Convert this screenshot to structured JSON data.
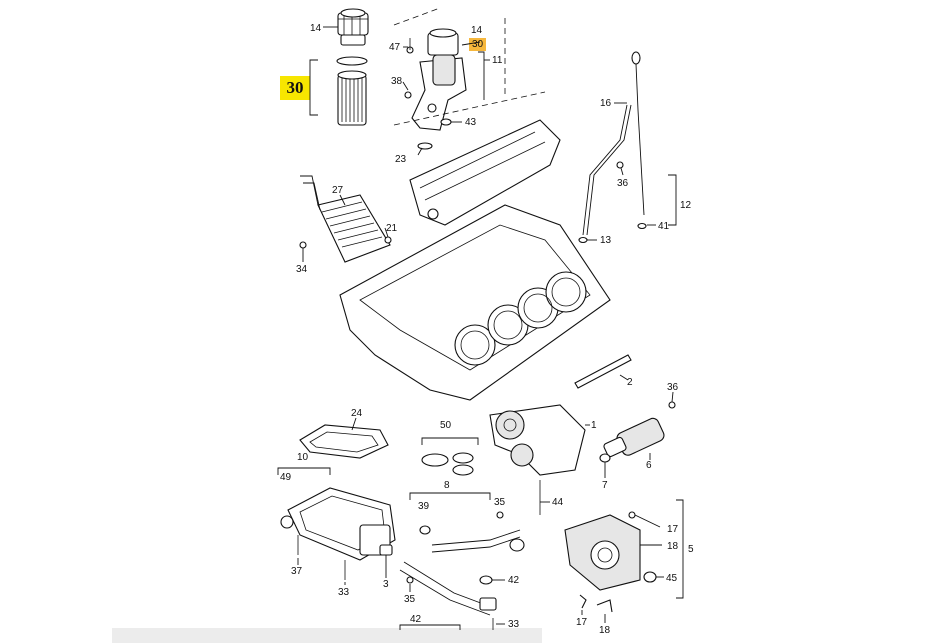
{
  "diagram": {
    "highlighted_part": "30",
    "highlight_color_main": "#f7e600",
    "highlight_color_secondary": "#f6b73c",
    "callouts": [
      {
        "id": "c14a",
        "text": "14"
      },
      {
        "id": "c14b",
        "text": "14"
      },
      {
        "id": "c47",
        "text": "47"
      },
      {
        "id": "c11",
        "text": "11"
      },
      {
        "id": "c38",
        "text": "38"
      },
      {
        "id": "c43",
        "text": "43"
      },
      {
        "id": "c23",
        "text": "23"
      },
      {
        "id": "c16",
        "text": "16"
      },
      {
        "id": "c36a",
        "text": "36"
      },
      {
        "id": "c12",
        "text": "12"
      },
      {
        "id": "c41",
        "text": "41"
      },
      {
        "id": "c13",
        "text": "13"
      },
      {
        "id": "c27",
        "text": "27"
      },
      {
        "id": "c21",
        "text": "21"
      },
      {
        "id": "c34",
        "text": "34"
      },
      {
        "id": "c2",
        "text": "2"
      },
      {
        "id": "c36b",
        "text": "36"
      },
      {
        "id": "c24",
        "text": "24"
      },
      {
        "id": "c50",
        "text": "50"
      },
      {
        "id": "c1",
        "text": "1"
      },
      {
        "id": "c6",
        "text": "6"
      },
      {
        "id": "c10",
        "text": "10"
      },
      {
        "id": "c49",
        "text": "49"
      },
      {
        "id": "c7",
        "text": "7"
      },
      {
        "id": "c8",
        "text": "8"
      },
      {
        "id": "c39",
        "text": "39"
      },
      {
        "id": "c35a",
        "text": "35"
      },
      {
        "id": "c44",
        "text": "44"
      },
      {
        "id": "c17a",
        "text": "17"
      },
      {
        "id": "c18a",
        "text": "18"
      },
      {
        "id": "c5",
        "text": "5"
      },
      {
        "id": "c45",
        "text": "45"
      },
      {
        "id": "c37",
        "text": "37"
      },
      {
        "id": "c33a",
        "text": "33"
      },
      {
        "id": "c3",
        "text": "3"
      },
      {
        "id": "c35b",
        "text": "35"
      },
      {
        "id": "c42a",
        "text": "42"
      },
      {
        "id": "c42b",
        "text": "42"
      },
      {
        "id": "c33b",
        "text": "33"
      },
      {
        "id": "c17b",
        "text": "17"
      },
      {
        "id": "c18b",
        "text": "18"
      }
    ],
    "label_30_big": "30",
    "label_30_small": "30"
  }
}
